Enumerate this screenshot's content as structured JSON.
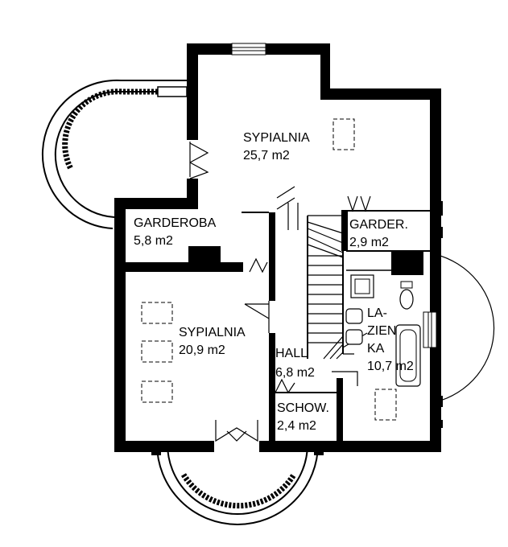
{
  "rooms": [
    {
      "id": "bedroom-top",
      "name": "SYPIALNIA",
      "area": "25,7 m2"
    },
    {
      "id": "wardrobe-left",
      "name": "GARDEROBA",
      "area": "5,8 m2"
    },
    {
      "id": "wardrobe-right",
      "name": "GARDER.",
      "area": "2,9 m2"
    },
    {
      "id": "bedroom-left",
      "name": "SYPIALNIA",
      "area": "20,9 m2"
    },
    {
      "id": "hall",
      "name": "HALL",
      "area": "6,8 m2"
    },
    {
      "id": "bathroom",
      "name_lines": [
        "LA-",
        "ZIEN",
        "KA"
      ],
      "area": "10,7 m2"
    },
    {
      "id": "storage",
      "name": "SCHOW.",
      "area": "2,4 m2"
    }
  ]
}
